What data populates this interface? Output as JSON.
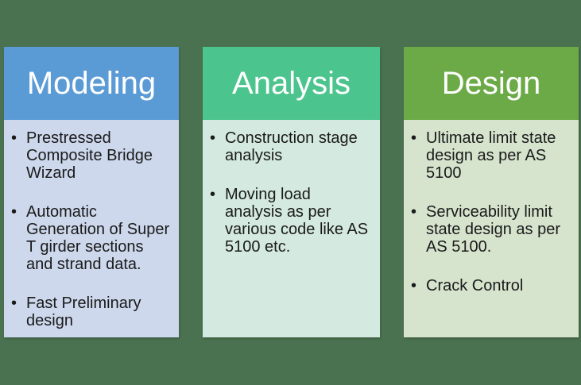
{
  "canvas": {
    "background_color": "#4A7250",
    "text_color": "#1a1a1a"
  },
  "columns": [
    {
      "id": "modeling",
      "title": "Modeling",
      "header_color": "#5B9BD5",
      "body_color": "#CDD8EC",
      "items": [
        "Prestressed Composite Bridge Wizard",
        "Automatic Generation of Super T girder sections and strand data.",
        "Fast Preliminary design"
      ]
    },
    {
      "id": "analysis",
      "title": "Analysis",
      "header_color": "#4BC48D",
      "body_color": "#D4E9DF",
      "items": [
        "Construction stage analysis",
        "Moving load analysis as per various code like AS 5100 etc."
      ]
    },
    {
      "id": "design",
      "title": "Design",
      "header_color": "#6CAA47",
      "body_color": "#D6E3CD",
      "items": [
        "Ultimate limit state design as per AS 5100",
        "Serviceability limit state design as per AS 5100.",
        "Crack Control"
      ]
    }
  ]
}
